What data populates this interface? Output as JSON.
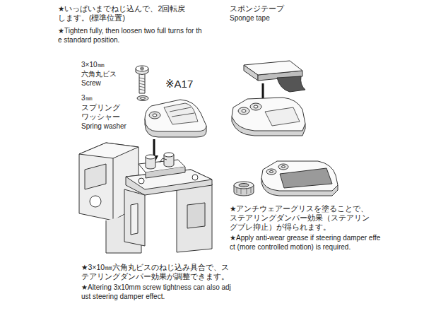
{
  "diagram": {
    "labels": [
      "★いっぱいまでねじ込んで、2回転戻します。(標準位置)",
      "★Tighten fully, then loosen two full turns for the standard position.",
      "スポンジテープ",
      "Sponge tape",
      "3×10㎜",
      "六角丸ビス",
      "Screw",
      "※A17",
      "3㎜",
      "スプリングワッシャー",
      "Spring washer",
      "★アンチウェアーグリスを塗ることで、ステアリングダンパー効果（ステアリングブレ抑止）が得られます。",
      "★Apply anti-wear grease if steering damper effect (more controlled motion) is required.",
      "★3×10㎜六角丸ビスのねじ込み具合で、ステアリングダンパー効果が調整できます。",
      "★Altering 3x10mm screw tightness can also adjust steering damper effect."
    ]
  }
}
